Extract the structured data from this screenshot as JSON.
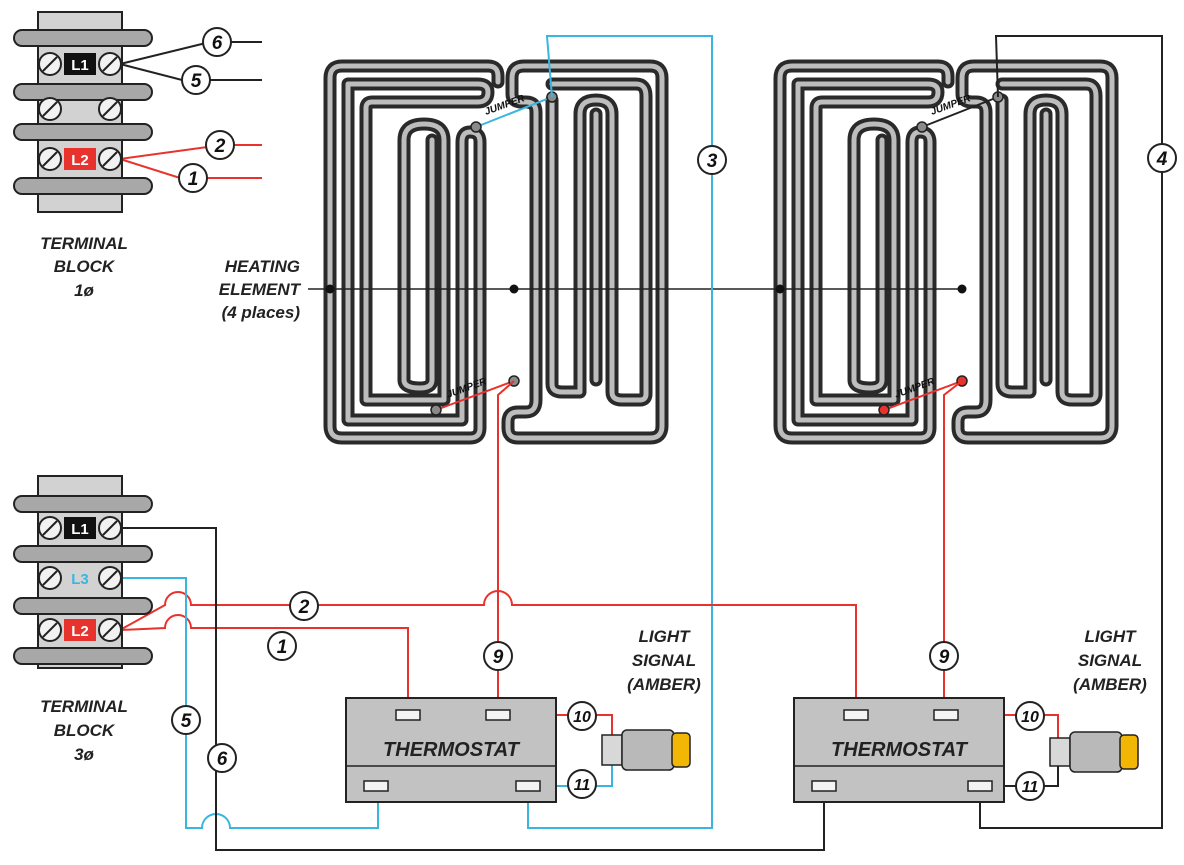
{
  "colors": {
    "red": "#e8322d",
    "cyan": "#39b6e0",
    "black": "#222222",
    "block_fill": "#d2d2d2",
    "thermostat_fill": "#c2c2c2",
    "lamp": "#f2b705"
  },
  "terminal_block_1ph": {
    "title_lines": [
      "TERMINAL",
      "BLOCK",
      "1ø"
    ],
    "terminals": [
      "L1",
      "L2"
    ]
  },
  "terminal_block_3ph": {
    "title_lines": [
      "TERMINAL",
      "BLOCK",
      "3ø"
    ],
    "terminals": [
      "L1",
      "L3",
      "L2"
    ]
  },
  "heating_element": {
    "label_lines": [
      "HEATING",
      "ELEMENT",
      "(4 places)"
    ],
    "jumper_label": "JUMPER"
  },
  "thermostat": {
    "label": "THERMOSTAT"
  },
  "light_signal": {
    "label_lines": [
      "LIGHT",
      "SIGNAL",
      "(AMBER)"
    ]
  },
  "wire_numbers": {
    "w1": "1",
    "w2": "2",
    "w3": "3",
    "w4": "4",
    "w5": "5",
    "w6": "6",
    "w9": "9",
    "w10": "10",
    "w11": "11"
  }
}
